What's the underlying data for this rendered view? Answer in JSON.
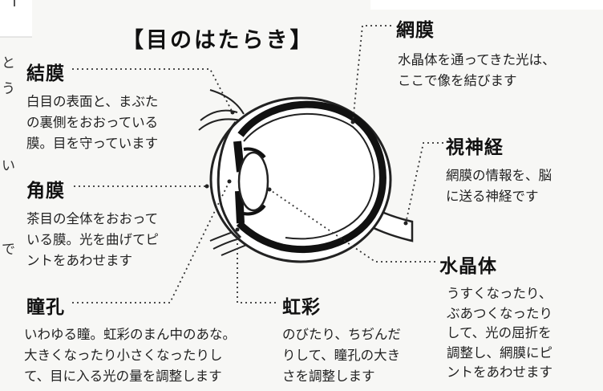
{
  "title": "【目のはたらき】",
  "labels": {
    "ketsumaku": {
      "name": "結膜",
      "text": "白目の表面と、まぶた\nの裏側をおおっている\n膜。目を守っています"
    },
    "kakumaku": {
      "name": "角膜",
      "text": "茶目の全体をおおって\nいる膜。光を曲げてピ\nントをあわせます"
    },
    "doukou": {
      "name": "瞳孔",
      "text": "いわゆる瞳。虹彩のまん中のあな。\n大きくなったり小さくなったりし\nて、目に入る光の量を調整します"
    },
    "kousai": {
      "name": "虹彩",
      "text": "のびたり、ちぢんだ\nりして、瞳孔の大き\nさを調整します"
    },
    "moumaku": {
      "name": "網膜",
      "text": "水晶体を通ってきた光は、\nここで像を結びます"
    },
    "shishinkei": {
      "name": "視神経",
      "text": "網膜の情報を、脳\nに送る神経です"
    },
    "suishoutai": {
      "name": "水晶体",
      "text": "うすくなったり、\nぶあつくなったり\nして、光の屈折を\n調整し、網膜にピ\nントをあわせます"
    }
  },
  "margin_text": [
    "と",
    "う",
    "い",
    "で"
  ]
}
